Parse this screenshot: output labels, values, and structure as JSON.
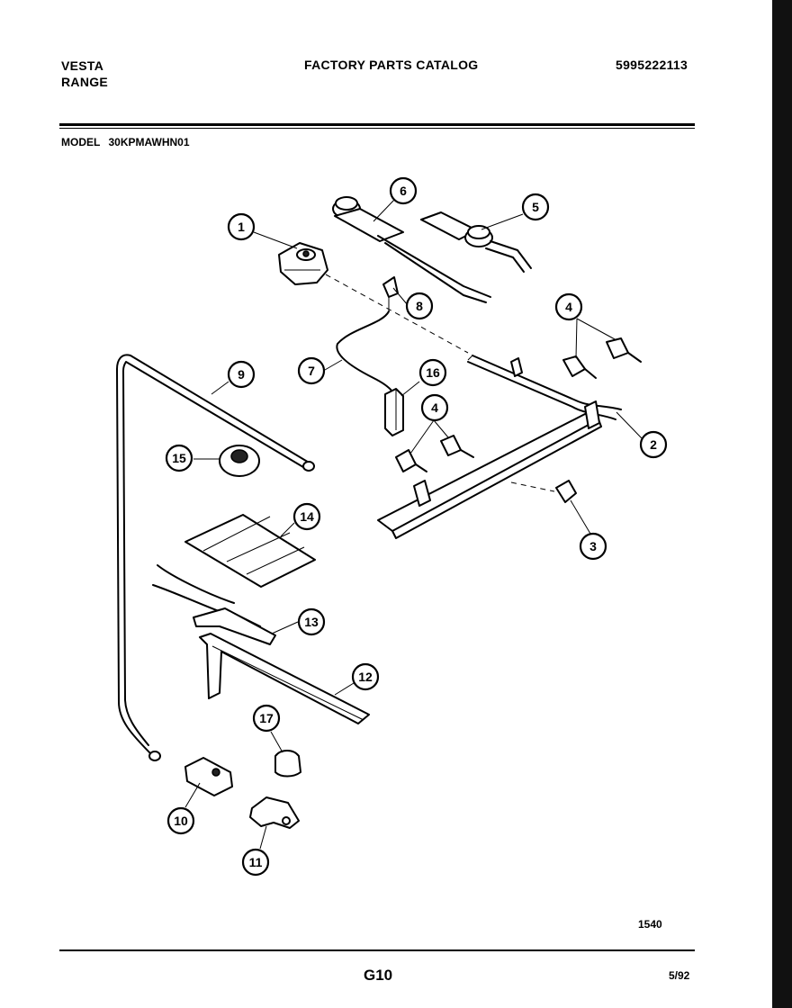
{
  "header": {
    "brand_line1": "VESTA",
    "brand_line2": "RANGE",
    "catalog_title": "FACTORY PARTS CATALOG",
    "catalog_number": "5995222113"
  },
  "model": {
    "label": "MODEL",
    "number": "30KPMAWHN01"
  },
  "footer": {
    "diagram_code": "1540",
    "page_code": "G10",
    "date_code": "5/92"
  },
  "callouts": [
    "1",
    "2",
    "3",
    "4",
    "4",
    "5",
    "6",
    "7",
    "8",
    "9",
    "10",
    "11",
    "12",
    "13",
    "14",
    "15",
    "16",
    "17"
  ]
}
